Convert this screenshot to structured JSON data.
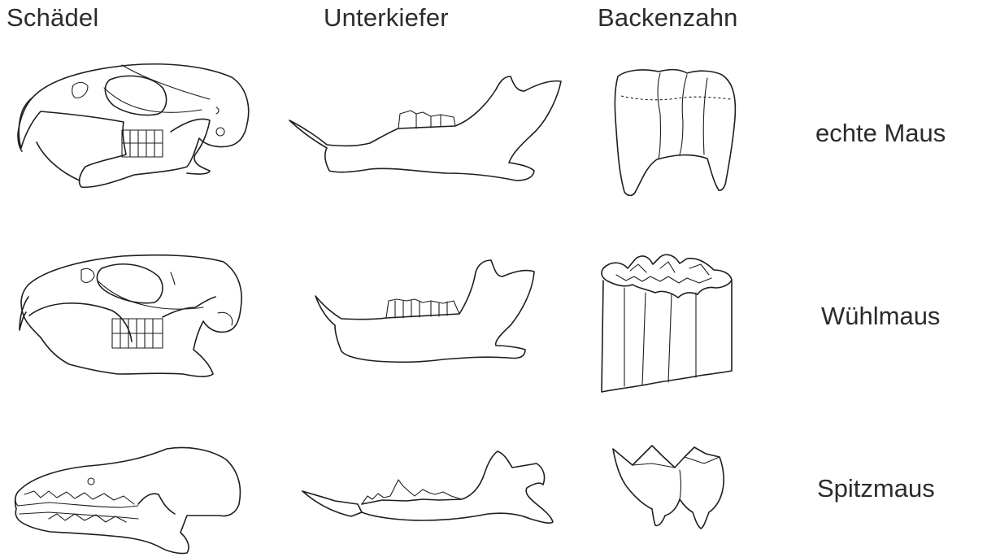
{
  "headers": {
    "skull": "Schädel",
    "lower_jaw": "Unterkiefer",
    "molar": "Backenzahn"
  },
  "rows": [
    {
      "label": "echte Maus"
    },
    {
      "label": "Wühlmaus"
    },
    {
      "label": "Spitzmaus"
    }
  ]
}
